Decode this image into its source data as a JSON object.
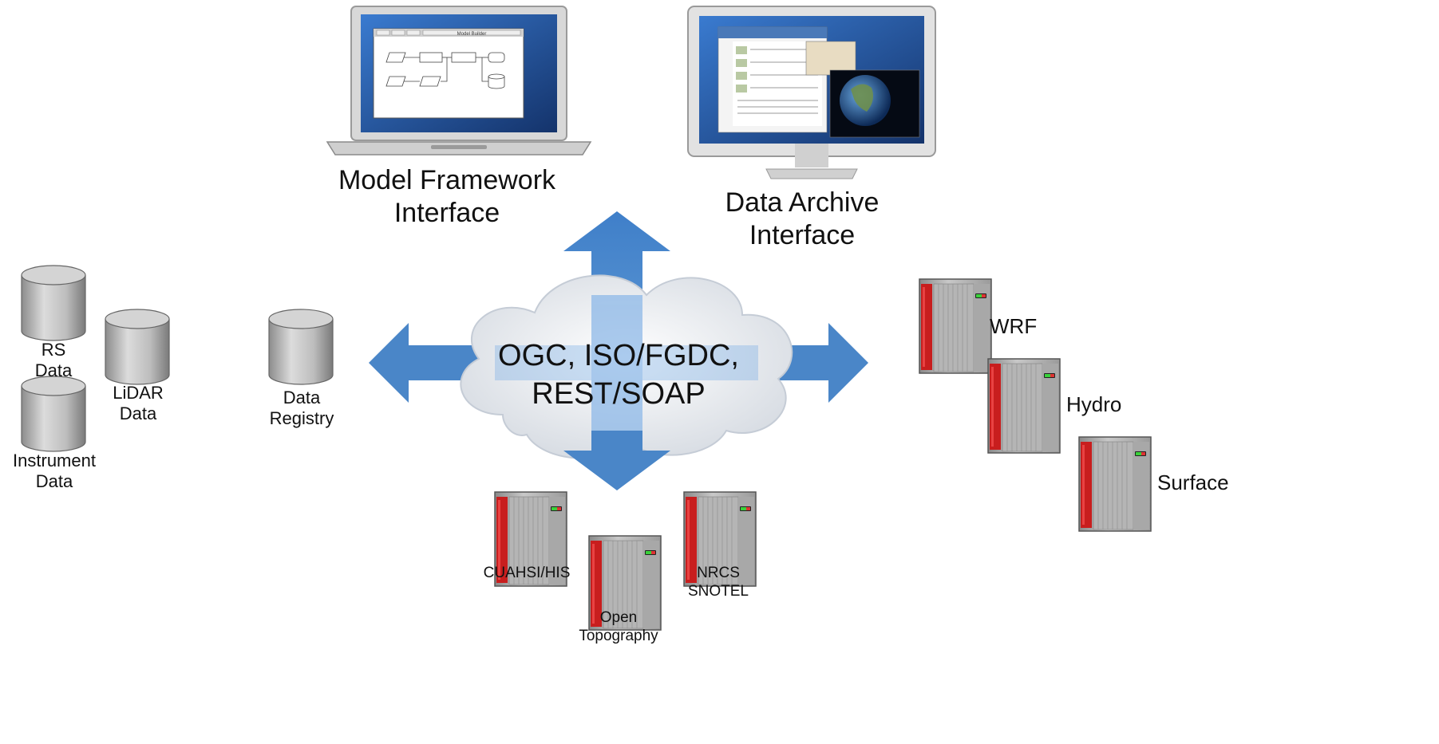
{
  "interfaces": {
    "model_framework": {
      "label": "Model Framework\nInterface",
      "window_title": "Model Builder"
    },
    "data_archive": {
      "label": "Data Archive\nInterface"
    }
  },
  "cloud": {
    "label": "OGC, ISO/FGDC,\nREST/SOAP"
  },
  "left_stores": [
    {
      "id": "rs",
      "label": "RS\nData"
    },
    {
      "id": "lidar",
      "label": "LiDAR\nData"
    },
    {
      "id": "instrument",
      "label": "Instrument\nData"
    }
  ],
  "registry": {
    "label": "Data\nRegistry"
  },
  "models": [
    {
      "id": "wrf",
      "label": "WRF"
    },
    {
      "id": "hydro",
      "label": "Hydro"
    },
    {
      "id": "surface",
      "label": "Surface"
    }
  ],
  "sources": [
    {
      "id": "cuahsi",
      "label": "CUAHSI/HIS"
    },
    {
      "id": "opentopo",
      "label": "Open\nTopography"
    },
    {
      "id": "nrcs",
      "label": "NRCS\nSNOTEL"
    }
  ],
  "colors": {
    "arrow": "#4a86c8",
    "rack_red": "#c81e1e",
    "cylinder": "#b8b8b8",
    "screen": "#2d5fa8"
  }
}
